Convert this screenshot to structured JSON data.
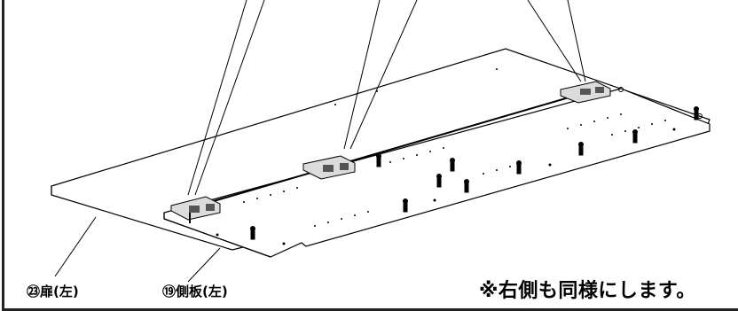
{
  "labels": {
    "door": "㉓扉(左)",
    "side_panel": "⑲側板(左)"
  },
  "note": "※右側も同様にします。",
  "colors": {
    "stroke": "#000000",
    "panel_fill": "#ffffff",
    "hinge_fill": "#dcdcdc",
    "hinge_dark": "#555555"
  }
}
